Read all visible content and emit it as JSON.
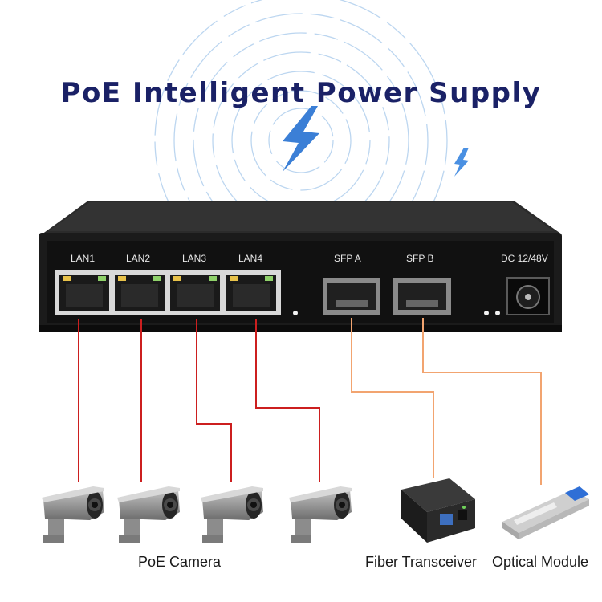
{
  "title": "PoE Intelligent Power Supply",
  "colors": {
    "title": "#1a2166",
    "switch_body": "#1d1d1d",
    "switch_panel": "#141414",
    "lan_cable": "#cc1f1f",
    "fiber_cable": "#f0a070",
    "waves": "#b8d4f0",
    "bolt": "#3b7fd6"
  },
  "switch": {
    "lan_ports": [
      "LAN1",
      "LAN2",
      "LAN3",
      "LAN4"
    ],
    "sfp_ports": [
      "SFP A",
      "SFP B"
    ],
    "power_label": "DC 12/48V"
  },
  "devices": {
    "camera_caption": "PoE Camera",
    "transceiver_caption": "Fiber Transceiver",
    "module_caption": "Optical Module"
  },
  "icons": [
    "lightning-bolt-icon",
    "poe-camera-icon",
    "fiber-transceiver-icon",
    "optical-module-icon"
  ]
}
